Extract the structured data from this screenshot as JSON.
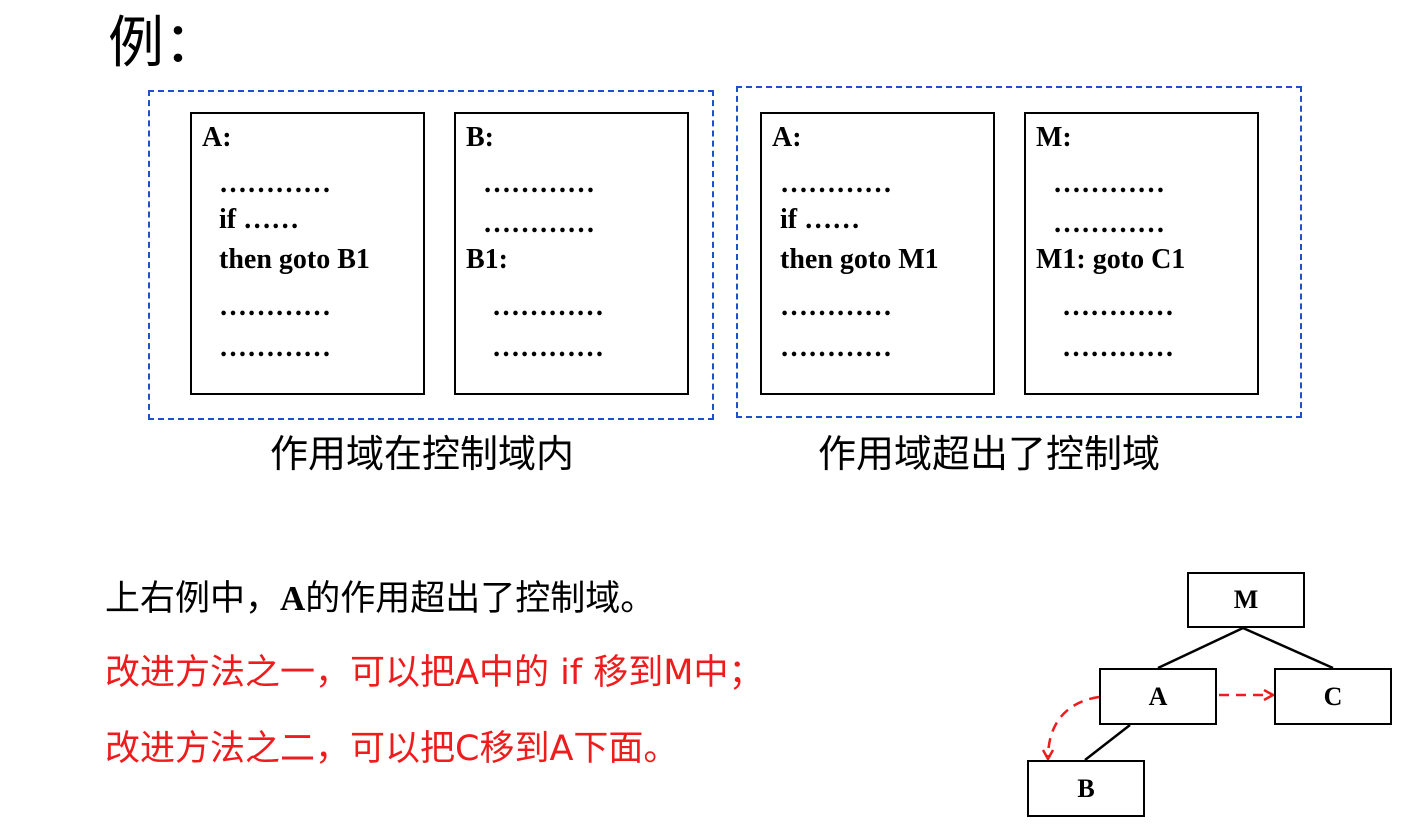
{
  "title": "例：",
  "group_left": {
    "caption": "作用域在控制域内",
    "module_a": {
      "lines": [
        "A:",
        "…………",
        "if ……",
        "then goto B1",
        "…………",
        "…………"
      ]
    },
    "module_b": {
      "lines": [
        "B:",
        "…………",
        "…………",
        "B1:",
        "…………",
        "…………"
      ]
    }
  },
  "group_right": {
    "caption": "作用域超出了控制域",
    "module_a": {
      "lines": [
        "A:",
        "…………",
        "if ……",
        "then goto M1",
        "…………",
        "…………"
      ]
    },
    "module_m": {
      "lines": [
        "M:",
        "…………",
        "…………",
        "M1: goto C1",
        "…………",
        "…………"
      ]
    }
  },
  "notes": {
    "line1_prefix": "上右例中，",
    "line1_bold": "A",
    "line1_suffix": "的作用超出了控制域。",
    "line2": "改进方法之一，可以把A中的 if 移到M中；",
    "line3": "改进方法之二，可以把C移到A下面。"
  },
  "tree": {
    "nodes": {
      "m": "M",
      "a": "A",
      "b": "B",
      "c": "C"
    },
    "arrow_color": "#ee1c1c",
    "edge_color": "#000000"
  },
  "colors": {
    "group_border": "#1f4fcc",
    "highlight_text": "#ee1c1c"
  }
}
